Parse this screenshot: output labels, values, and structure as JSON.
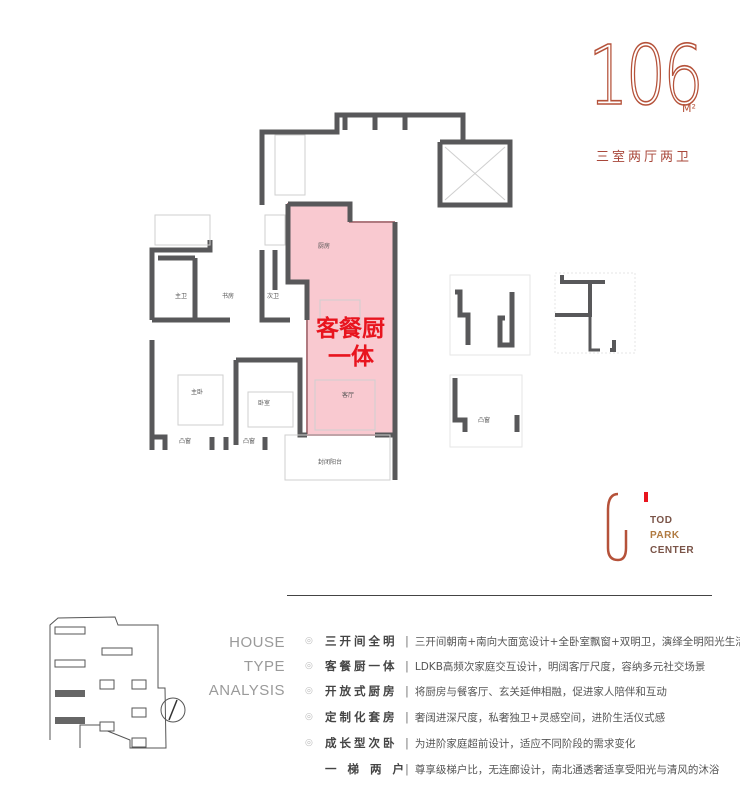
{
  "header": {
    "area": "106",
    "area_unit": "M²",
    "layout_type": "三室两厅两卫"
  },
  "floor_plan": {
    "highlight_label_line1": "客餐厨",
    "highlight_label_line2": "一体",
    "highlight_color": "#f9c9d0",
    "rooms": {
      "kitchen": "厨房",
      "master_bath": "主卫",
      "study": "书房",
      "second_bath": "次卫",
      "master_bedroom": "主卧",
      "bedroom": "卧室",
      "living_room": "客厅",
      "bay_window_1": "凸窗",
      "bay_window_2": "凸窗",
      "enclosed_balcony": "封闭阳台"
    },
    "detail_bay_window": "凸窗"
  },
  "logo": {
    "line1": "TOD",
    "line2": "PARK",
    "line3": "CENTER"
  },
  "analysis": {
    "title_line1": "HOUSE",
    "title_line2": "TYPE",
    "title_line3": "ANALYSIS",
    "items": [
      {
        "key": "三开间全明",
        "desc": "三开间朝南+南向大面宽设计+全卧室飘窗+双明卫，演绎全明阳光生活",
        "bullet": true
      },
      {
        "key": "客餐厨一体",
        "desc": "LDKB高频次家庭交互设计，明阔客厅尺度，容纳多元社交场景",
        "bullet": true
      },
      {
        "key": "开放式厨房",
        "desc": "将厨房与餐客厅、玄关延伸相融，促进家人陪伴和互动",
        "bullet": true
      },
      {
        "key": "定制化套房",
        "desc": "奢阔进深尺度，私奢独卫+灵感空间，进阶生活仪式感",
        "bullet": true
      },
      {
        "key": "成长型次卧",
        "desc": "为进阶家庭超前设计，适应不同阶段的需求变化",
        "bullet": true
      },
      {
        "key": "一梯两户",
        "desc": "尊享级梯户比，无连廊设计，南北通透奢适享受阳光与清风的沐浴",
        "bullet": false
      }
    ]
  },
  "colors": {
    "accent_red": "#e8141e",
    "wall": "#58585a",
    "brand_copper": "#b5523a"
  }
}
